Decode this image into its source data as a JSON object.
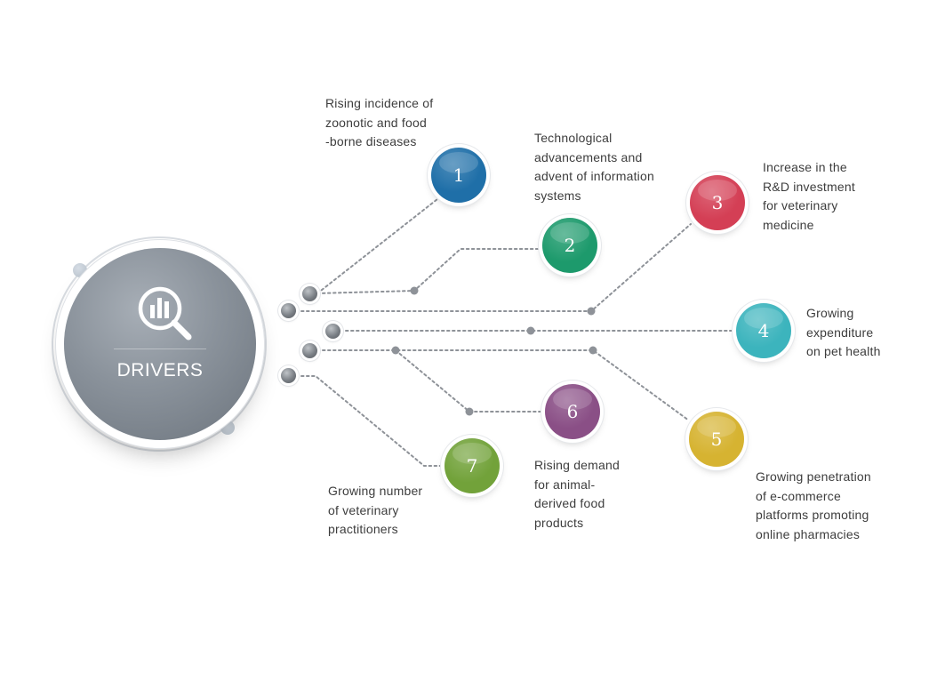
{
  "hub": {
    "title": "DRIVERS",
    "icon": "magnifier-bar-chart-icon"
  },
  "drivers": [
    {
      "number": "1",
      "text": "Rising incidence of\nzoonotic and food\n-borne diseases",
      "color": "#1f6fa8"
    },
    {
      "number": "2",
      "text": "Technological\nadvancements and\nadvent of information\nsystems",
      "color": "#1d9a6c"
    },
    {
      "number": "3",
      "text": "Increase in the\nR&D investment\nfor veterinary\nmedicine",
      "color": "#d43f55"
    },
    {
      "number": "4",
      "text": "Growing\nexpenditure\non pet health",
      "color": "#3cb4bd"
    },
    {
      "number": "5",
      "text": "Growing penetration\nof e-commerce\nplatforms promoting\nonline pharmacies",
      "color": "#d6b331"
    },
    {
      "number": "6",
      "text": "Rising demand\nfor animal-\nderived food\nproducts",
      "color": "#8a4f86"
    },
    {
      "number": "7",
      "text": "Growing number\nof veterinary\npractitioners",
      "color": "#72a23a"
    }
  ]
}
